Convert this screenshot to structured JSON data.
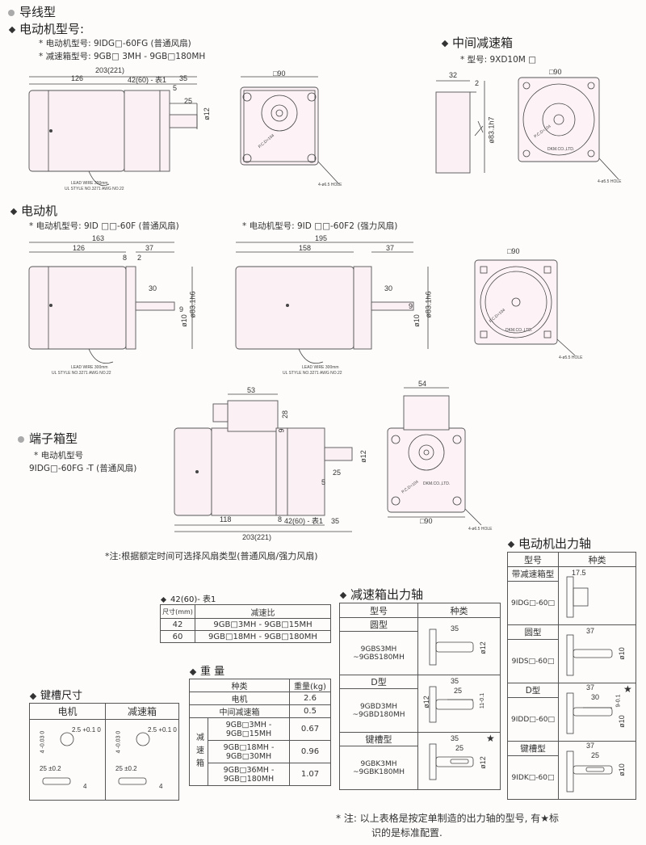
{
  "sections": {
    "lead_wire": {
      "title": "导线型",
      "model_heading": "电动机型号:",
      "motor_model": "* 电动机型号: 9IDG□-60FG (普通风扇)",
      "gear_model": "* 减速箱型号: 9GB□ 3MH - 9GB□180MH"
    },
    "middle_gearbox": {
      "title": "中间减速箱",
      "model": "* 型号: 9XD10M □"
    },
    "motor": {
      "title": "电动机",
      "model_a": "* 电动机型号: 9ID □□-60F (普通风扇)",
      "model_b": "* 电动机型号: 9ID □□-60F2 (强力风扇)"
    },
    "terminal": {
      "title": "端子箱型",
      "model_heading": "* 电动机型号",
      "model": "9IDG□-60FG -T (普通风扇)"
    }
  },
  "dims": {
    "top": {
      "total": "203(221)",
      "a": "126",
      "b": "42(60) - 表1",
      "c": "35",
      "d": "5",
      "e": "25",
      "phi": "ø12",
      "sq": "□90"
    },
    "mid_box": {
      "a": "32",
      "b": "2",
      "sq": "□90",
      "h": "ø83.1h7"
    },
    "motor": {
      "total": "163",
      "a": "126",
      "b": "37",
      "c": "8",
      "d": "2",
      "e": "30",
      "phi": "ø10",
      "h": "ø83.1h6",
      "k": "9"
    },
    "motor2": {
      "total": "195",
      "a": "158",
      "b": "37",
      "e": "30",
      "phi": "ø10",
      "h": "ø83.1h6",
      "k": "9",
      "sq": "□90"
    },
    "term": {
      "a": "53",
      "b": "28",
      "c": "9",
      "e": "25",
      "f": "5",
      "phi": "ø12",
      "g": "118",
      "h": "8",
      "i": "42(60) - 表1",
      "j": "35",
      "total": "203(221)",
      "w": "54",
      "sq": "□90"
    }
  },
  "labels": {
    "lead_wire": "LEAD WIRE 300mm",
    "ul_style": "UL STYLE NO.3271 AWG NO.22",
    "pcd": "P.C.D=104",
    "maker": "DKM.CO.,LTD.",
    "hole_a": "4-ø6.5 HOLE",
    "hole_b": "4-ø5.5 HOLE",
    "hole_c": "4-ø6.5 HOLE",
    "note_fan": "*注:根据额定时间可选择风扇类型(普通风扇/强力风扇)"
  },
  "table1": {
    "title": "42(60)- 表1",
    "headers": [
      "尺寸(mm)",
      "减速比"
    ],
    "rows": [
      [
        "42",
        "9GB□3MH - 9GB□15MH"
      ],
      [
        "60",
        "9GB□18MH - 9GB□180MH"
      ]
    ]
  },
  "weight": {
    "title": "重 量",
    "headers": [
      "种类",
      "重量(kg)"
    ],
    "rows": [
      [
        "电机",
        "2.6"
      ],
      [
        "中间减速箱",
        "0.5"
      ]
    ],
    "group": "减速箱",
    "group_rows": [
      [
        "9GB□3MH - 9GB□15MH",
        "0.67"
      ],
      [
        "9GB□18MH - 9GB□30MH",
        "0.96"
      ],
      [
        "9GB□36MH - 9GB□180MH",
        "1.07"
      ]
    ]
  },
  "keyway": {
    "title": "键槽尺寸",
    "headers": [
      "电机",
      "减速箱"
    ],
    "m_top": "2.5 +0.1 0",
    "m_side": "4 -0.03 0",
    "m_len": "25 ±0.2",
    "m_w": "4",
    "g_top": "2.5 +0.1 0",
    "g_side": "4 -0.03 0",
    "g_len": "25 ±0.2",
    "g_w": "4"
  },
  "gear_shaft": {
    "title": "减速箱出力轴",
    "headers": [
      "型号",
      "种类"
    ],
    "rows": [
      {
        "type": "圆型",
        "model": "9GBS3MH ~9GBS180MH",
        "d1": "35",
        "d2": "ø12"
      },
      {
        "type": "D型",
        "model": "9GBD3MH ~9GBD180MH",
        "d1": "35",
        "d2": "25",
        "d3": "11-0.1",
        "d4": "ø12"
      },
      {
        "type": "键槽型",
        "model": "9GBK3MH ~9GBK180MH",
        "d1": "35",
        "d2": "25",
        "d3": "ø12",
        "star": "★"
      }
    ]
  },
  "motor_shaft": {
    "title": "电动机出力轴",
    "headers": [
      "型号",
      "种类"
    ],
    "rows": [
      {
        "type": "带减速箱型",
        "model": "9IDG□-60□",
        "d1": "17.5"
      },
      {
        "type": "圆型",
        "model": "9IDS□-60□",
        "d1": "37",
        "d2": "ø10"
      },
      {
        "type": "D型",
        "model": "9IDD□-60□",
        "d1": "37",
        "d2": "30",
        "d3": "9-0.1",
        "d4": "ø10",
        "star": "★"
      },
      {
        "type": "键槽型",
        "model": "9IDK□-60□",
        "d1": "37",
        "d2": "25",
        "d3": "ø10"
      }
    ]
  },
  "footnote": {
    "line1": "* 注: 以上表格是按定单制造的出力轴的型号, 有★标",
    "line2": "识的是标准配置."
  }
}
